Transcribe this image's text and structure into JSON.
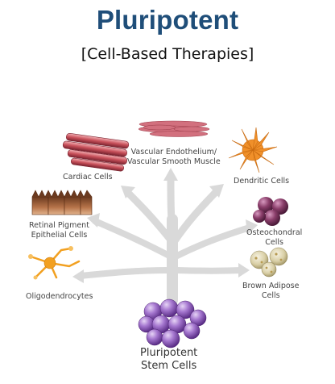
{
  "title": "Pluripotent",
  "subtitle": "[Cell-Based Therapies]",
  "center": {
    "label_line1": "Pluripotent",
    "label_line2": "Stem Cells"
  },
  "targets": {
    "cardiac": {
      "line1": "Cardiac Cells"
    },
    "vascular": {
      "line1": "Vascular Endothelium/",
      "line2": "Vascular Smooth Muscle"
    },
    "dendritic": {
      "line1": "Dendritic Cells"
    },
    "retinal": {
      "line1": "Retinal Pigment",
      "line2": "Epithelial Cells"
    },
    "osteo": {
      "line1": "Osteochondral",
      "line2": "Cells"
    },
    "oligo": {
      "line1": "Oligodendrocytes"
    },
    "adipose": {
      "line1": "Brown Adipose",
      "line2": "Cells"
    }
  },
  "colors": {
    "title": "#1f4e79",
    "arrows": "#d9d9d9",
    "stem": "#9a6cc2",
    "cardiac": "#c8505a",
    "vascular": "#d2707e",
    "dendritic": "#f0902a",
    "retinal": "#9b5a38",
    "osteo": "#8a3e6a",
    "oligo": "#f2a020",
    "adipose": "#cfc49a"
  }
}
